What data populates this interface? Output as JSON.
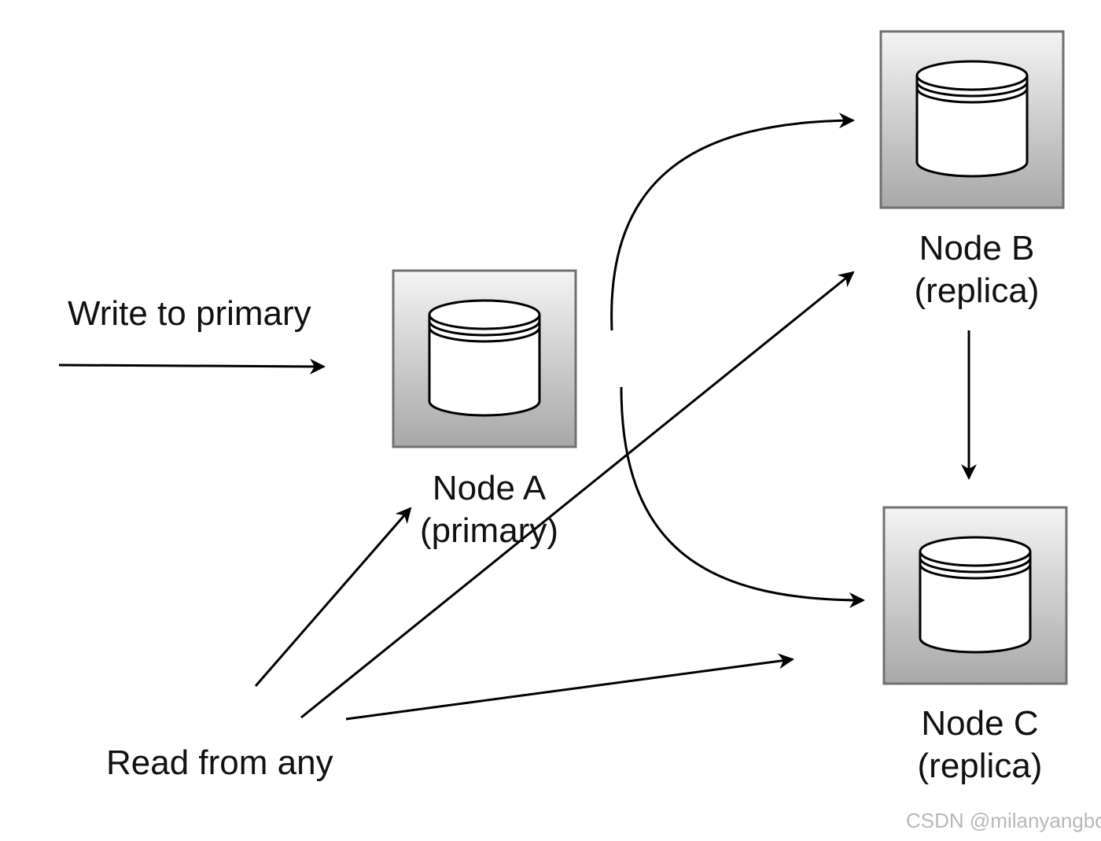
{
  "labels": {
    "write": "Write to primary",
    "read": "Read from any"
  },
  "nodes": {
    "a": {
      "name": "Node A",
      "role": "(primary)"
    },
    "b": {
      "name": "Node B",
      "role": "(replica)"
    },
    "c": {
      "name": "Node C",
      "role": "(replica)"
    }
  },
  "icons": {
    "node": "database-cylinder-icon"
  },
  "colors": {
    "stroke": "#000000",
    "box_border": "#707070",
    "box_gradient_top": "#f4f4f4",
    "box_gradient_bottom": "#a8a8a8"
  },
  "watermark": "CSDN @milanyangbo"
}
